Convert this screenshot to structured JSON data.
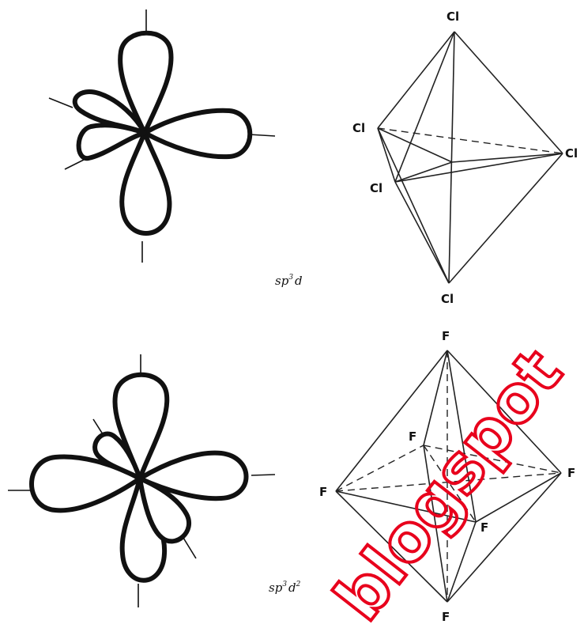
{
  "panels": [
    {
      "hybridization": "sp3d",
      "hyb_base": "sp",
      "hyb_sup": "3",
      "hyb_tail": "d",
      "geometry": "trigonal bipyramidal",
      "atoms": [
        "Cl",
        "Cl",
        "Cl",
        "Cl",
        "Cl"
      ]
    },
    {
      "hybridization": "sp3d2",
      "hyb_base": "sp",
      "hyb_sup": "3",
      "hyb_tail": "d2",
      "geometry": "octahedral",
      "atoms": [
        "F",
        "F",
        "F",
        "F",
        "F",
        "F"
      ]
    }
  ],
  "watermark": {
    "text": "blogspot",
    "color": "#e8001c"
  },
  "colors": {
    "ink": "#111111",
    "background": "#ffffff"
  }
}
